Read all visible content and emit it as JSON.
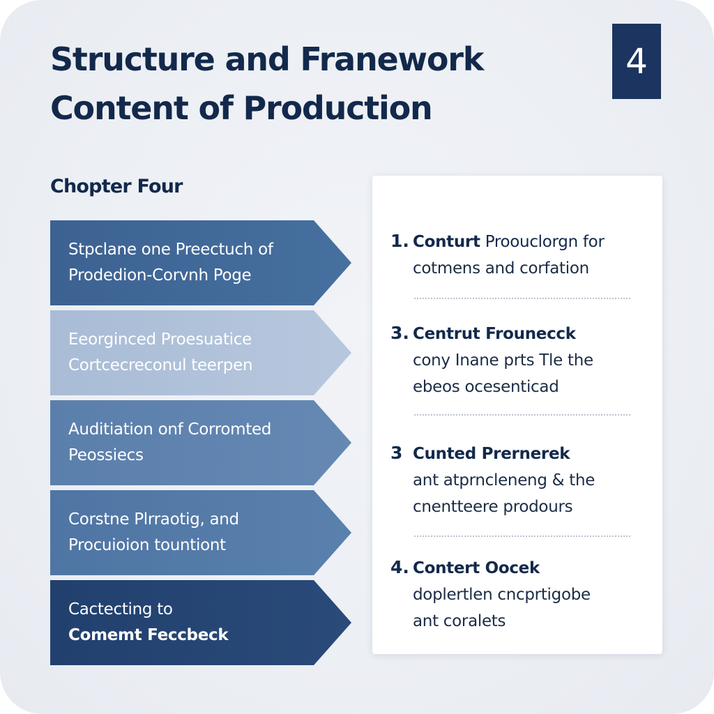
{
  "header": {
    "title_line1": "Structure and Franework",
    "title_line2": "Content of Production",
    "chapter_number": "4",
    "chapter_label": "Chopter Four"
  },
  "steps": [
    {
      "lines": [
        "Stpclane one Preectuch of",
        "Prodedion-Corvnh Poge"
      ]
    },
    {
      "lines": [
        "Eeorginced Proesuatice",
        "Cortcecreconul teerpen"
      ]
    },
    {
      "lines": [
        "Auditiation onf Corromted",
        "Peossiecs"
      ]
    },
    {
      "lines": [
        "Corstne Plrraotig, and",
        "Procuioion tountiont"
      ]
    },
    {
      "lines": [
        "Cactecting to",
        "Comemt Feccbeck"
      ]
    }
  ],
  "card_items": [
    {
      "number": "1.",
      "head": "Conturt",
      "lead": "Proouclorgn for",
      "lines": [
        "cotmens and corfation"
      ]
    },
    {
      "number": "3.",
      "head": "Centrut Frounecck",
      "lead": "",
      "lines": [
        "cony Inane prts Tle the",
        "ebeos ocesenticad"
      ]
    },
    {
      "number": "3",
      "head": "Cunted Prernerek",
      "lead": "",
      "lines": [
        "ant atprncleneng & the",
        "cnentteere prodours"
      ]
    },
    {
      "number": "4.",
      "head": "Contert Oocek",
      "lead": "",
      "lines": [
        "doplertlen cncprtigobe",
        "ant coralets"
      ]
    }
  ],
  "colors": {
    "navy": "#13294b",
    "badge": "#1b3560",
    "step1": "#3c6292",
    "step2": "#a9bcd6",
    "step3": "#5b7fab",
    "step4": "#4f75a4",
    "step5": "#21406e",
    "background": "#eceff4",
    "card": "#ffffff"
  }
}
